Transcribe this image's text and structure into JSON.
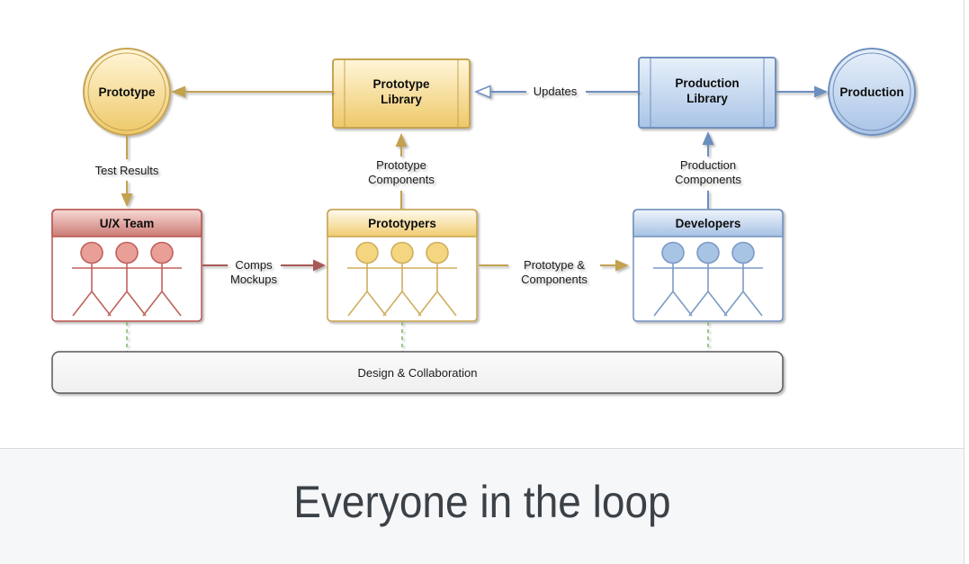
{
  "caption": {
    "text": "Everyone in the loop"
  },
  "diagram": {
    "nodes": {
      "prototype": {
        "label": "Prototype"
      },
      "prototype_library": {
        "line1": "Prototype",
        "line2": "Library"
      },
      "production_library": {
        "line1": "Production",
        "line2": "Library"
      },
      "production": {
        "label": "Production"
      },
      "ux_team": {
        "label": "U/X Team"
      },
      "prototypers": {
        "label": "Prototypers"
      },
      "developers": {
        "label": "Developers"
      },
      "design_collaboration": {
        "label": "Design & Collaboration"
      }
    },
    "edges": {
      "test_results": {
        "label": "Test Results"
      },
      "updates": {
        "label": "Updates"
      },
      "prototype_components": {
        "line1": "Prototype",
        "line2": "Components"
      },
      "production_components": {
        "line1": "Production",
        "line2": "Components"
      },
      "comps_mockups": {
        "line1": "Comps",
        "line2": "Mockups"
      },
      "prototype_and_components": {
        "line1": "Prototype &",
        "line2": "Components"
      }
    },
    "colors": {
      "yellow_stroke": "#c2a14f",
      "yellow_fill_top": "#fff6d9",
      "yellow_fill_bottom": "#eec868",
      "blue_stroke": "#6c8ebf",
      "blue_fill_top": "#e7f0fa",
      "blue_fill_bottom": "#a9c4e6",
      "red_stroke": "#b85450",
      "red_arrow": "#a85955",
      "green_dash": "#82b366",
      "collab_fill": "#f7f7f7",
      "collab_stroke": "#595959",
      "panel_bg": "#f6f7f9",
      "divider": "#d8dbde",
      "caption_color": "#3b4247"
    }
  }
}
